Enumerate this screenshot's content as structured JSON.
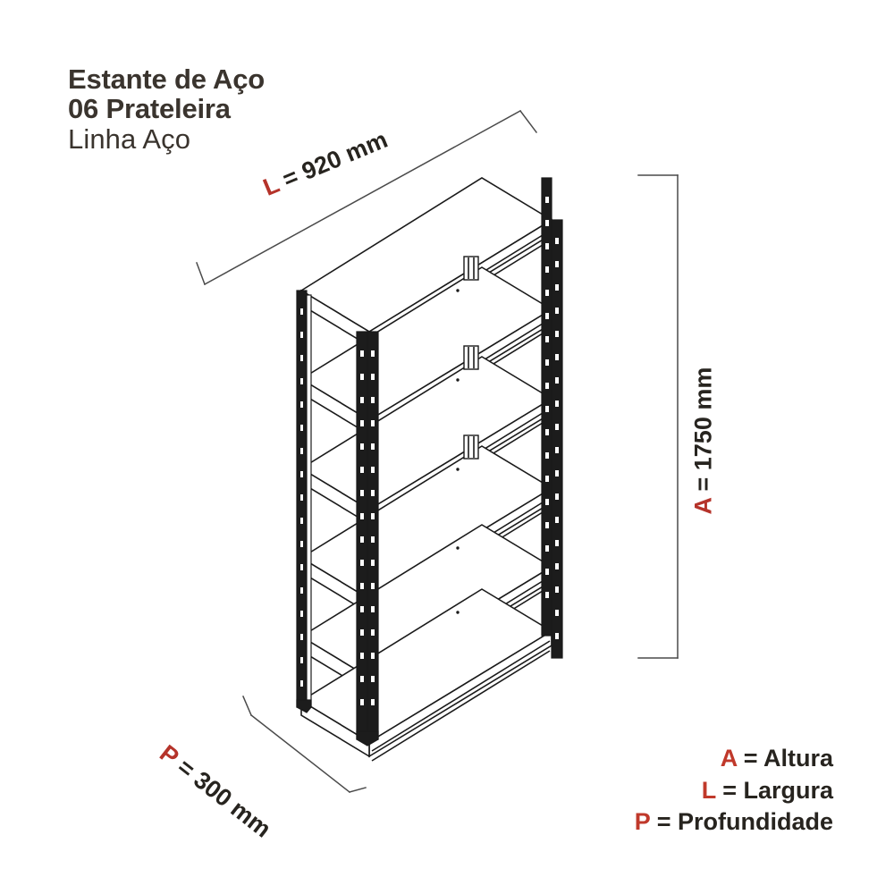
{
  "title": {
    "line1": "Estante de Aço",
    "line2": "06 Prateleira",
    "line3": "Linha Aço"
  },
  "dimensions": {
    "width": {
      "key": "L",
      "text": " = 920 mm",
      "value": 920,
      "unit": "mm"
    },
    "height": {
      "key": "A",
      "text": " = 1750 mm",
      "value": 1750,
      "unit": "mm"
    },
    "depth": {
      "key": "P",
      "text": " = 300 mm",
      "value": 300,
      "unit": "mm"
    }
  },
  "legend": [
    {
      "key": "A",
      "text": " = Altura"
    },
    {
      "key": "L",
      "text": " = Largura"
    },
    {
      "key": "P",
      "text": " = Profundidade"
    }
  ],
  "product": {
    "shelf_count": 6,
    "view": "isometric-line-drawing"
  },
  "colors": {
    "accent_red": "#c0392b",
    "text_dark": "#3a342e",
    "line": "#1a1a1a",
    "background": "#ffffff",
    "shelf_fill": "#ffffff",
    "post_fill": "#1c1c1c"
  }
}
